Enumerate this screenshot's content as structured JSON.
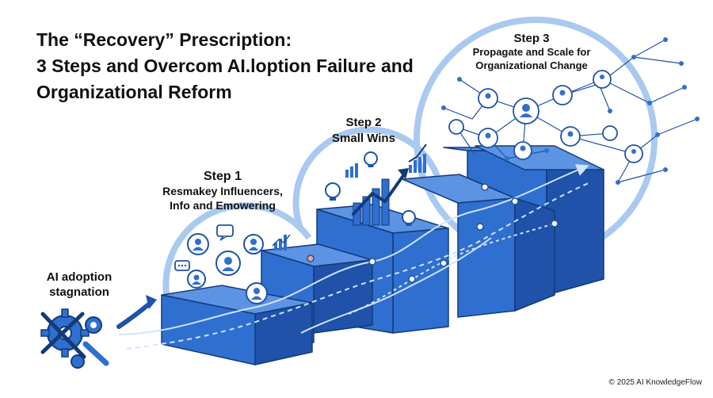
{
  "title": {
    "line1": "The “Recovery” Prescription:",
    "line2": "3 Steps and Overcom AI.loption Failure and",
    "line3": "Organizational Reform"
  },
  "stagnation": {
    "line1": "AI adoption",
    "line2": "stagnation",
    "icon": "broken-gear-icon"
  },
  "steps": [
    {
      "title": "Step 1",
      "line1": "Resmakey Influencers,",
      "line2": "Info and Emowering",
      "icons": [
        "person-icon",
        "chat-bubble-icon",
        "bar-chart-icon"
      ]
    },
    {
      "title": "Step 2",
      "line1": "Small Wins",
      "icons": [
        "lightbulb-icon",
        "bar-chart-icon",
        "trend-arrow-icon"
      ]
    },
    {
      "title": "Step 3",
      "line1": "Propagate and Scale for",
      "line2": "Organizational Change",
      "icons": [
        "network-icon",
        "group-icon",
        "person-icon"
      ]
    }
  ],
  "colors": {
    "accent": "#2f6fd0",
    "block_front": "#2f6fd0",
    "block_top": "#5c93e2",
    "block_side": "#1f52a8",
    "halo": "#a9c9f0",
    "line": "#cfe3ff",
    "outline": "#123a7a"
  },
  "copyright": "© 2025 AI KnowledgeFlow"
}
